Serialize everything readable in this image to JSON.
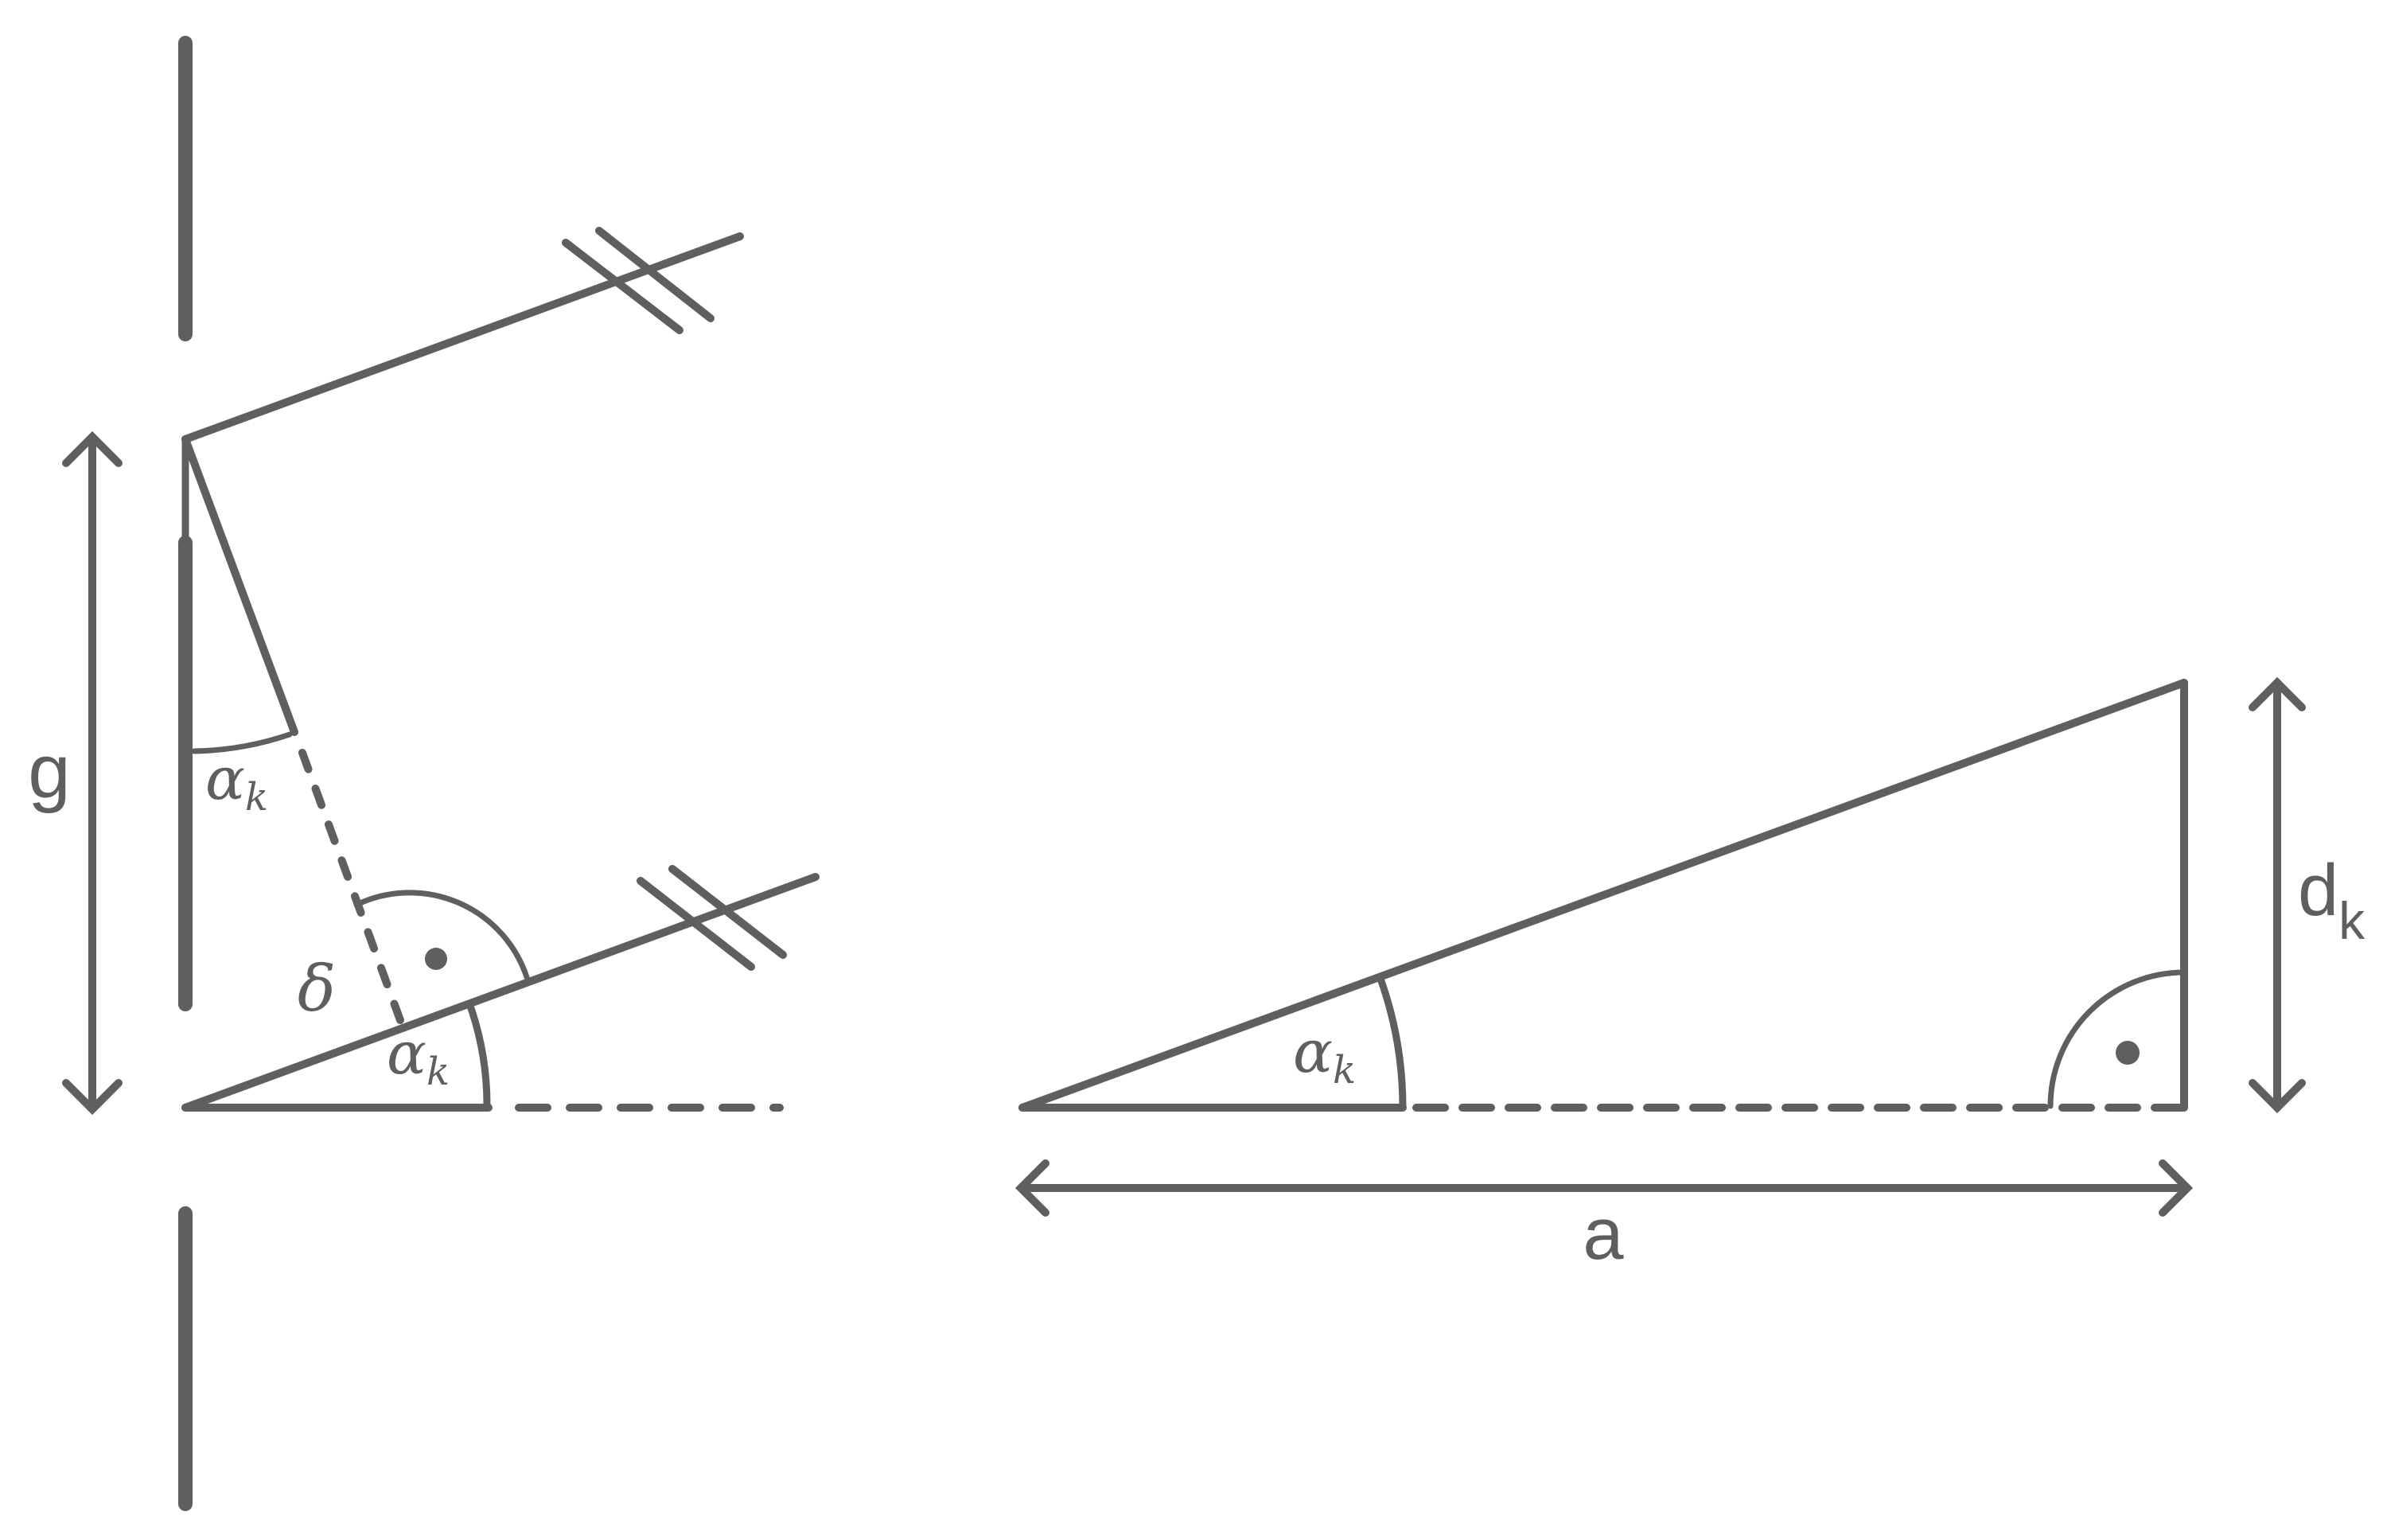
{
  "colors": {
    "stroke": "#5f5f5f",
    "background": "#ffffff"
  },
  "labels": {
    "g": "g",
    "alpha": "α",
    "alpha_sub": "k",
    "delta": "δ",
    "a": "a",
    "d": "d",
    "d_sub": "k"
  },
  "icons": {
    "right_angle": "right-angle-dot-icon",
    "parallel": "parallel-double-tick-icon",
    "double_arrow": "double-headed-arrow-icon"
  }
}
